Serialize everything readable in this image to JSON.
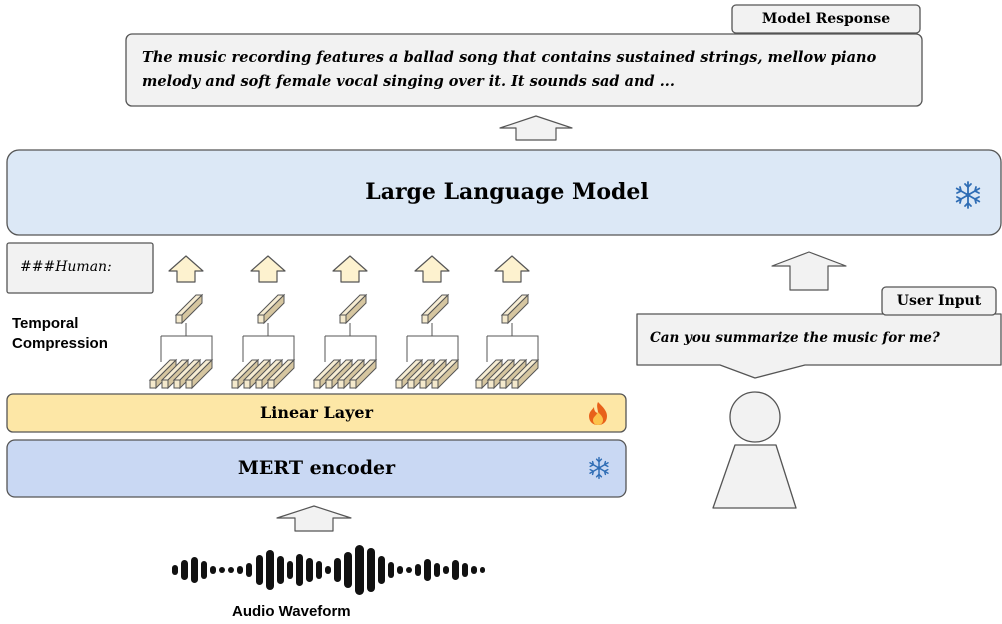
{
  "model_response": {
    "tag": "Model Response",
    "text_line1": "The music recording features a ballad song that contains sustained strings, mellow piano",
    "text_line2": "melody and soft female vocal singing over it. It sounds sad and ..."
  },
  "llm": {
    "label": "Large Language Model",
    "icon": "snowflake-icon"
  },
  "human_prompt": {
    "label": "###Human:"
  },
  "temporal_compression": {
    "line1": "Temporal",
    "line2": "Compression"
  },
  "linear_layer": {
    "label": "Linear Layer",
    "icon": "fire-icon"
  },
  "mert_encoder": {
    "label": "MERT encoder",
    "icon": "snowflake-icon"
  },
  "audio": {
    "label": "Audio Waveform"
  },
  "user_input": {
    "tag": "User Input",
    "text": "Can you summarize the music for me?"
  },
  "colors": {
    "llm_fill": "#dce8f6",
    "linear_fill": "#fde7a6",
    "mert_fill": "#c9d8f3",
    "gray_fill": "#f2f2f2",
    "block_fill": "#f4e9cc",
    "arrow_fill": "#fdf2cf",
    "snowflake": "#2f6db5",
    "flame": "#e8611a"
  }
}
